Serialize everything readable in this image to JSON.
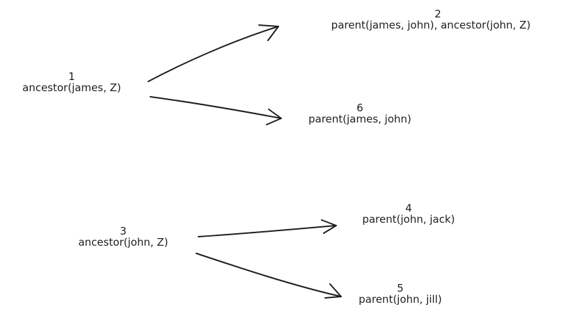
{
  "nodes": [
    {
      "number": "1",
      "label": "ancestor(james, Z)"
    },
    {
      "number": "2",
      "label": "parent(james, john), ancestor(john, Z)"
    },
    {
      "number": "6",
      "label": "parent(james, john)"
    },
    {
      "number": "3",
      "label": "ancestor(john, Z)"
    },
    {
      "number": "4",
      "label": "parent(john, jack)"
    },
    {
      "number": "5",
      "label": "parent(john, jill)"
    }
  ],
  "edges": [
    {
      "from": "1",
      "to": "2"
    },
    {
      "from": "1",
      "to": "6"
    },
    {
      "from": "3",
      "to": "4"
    },
    {
      "from": "3",
      "to": "5"
    }
  ]
}
